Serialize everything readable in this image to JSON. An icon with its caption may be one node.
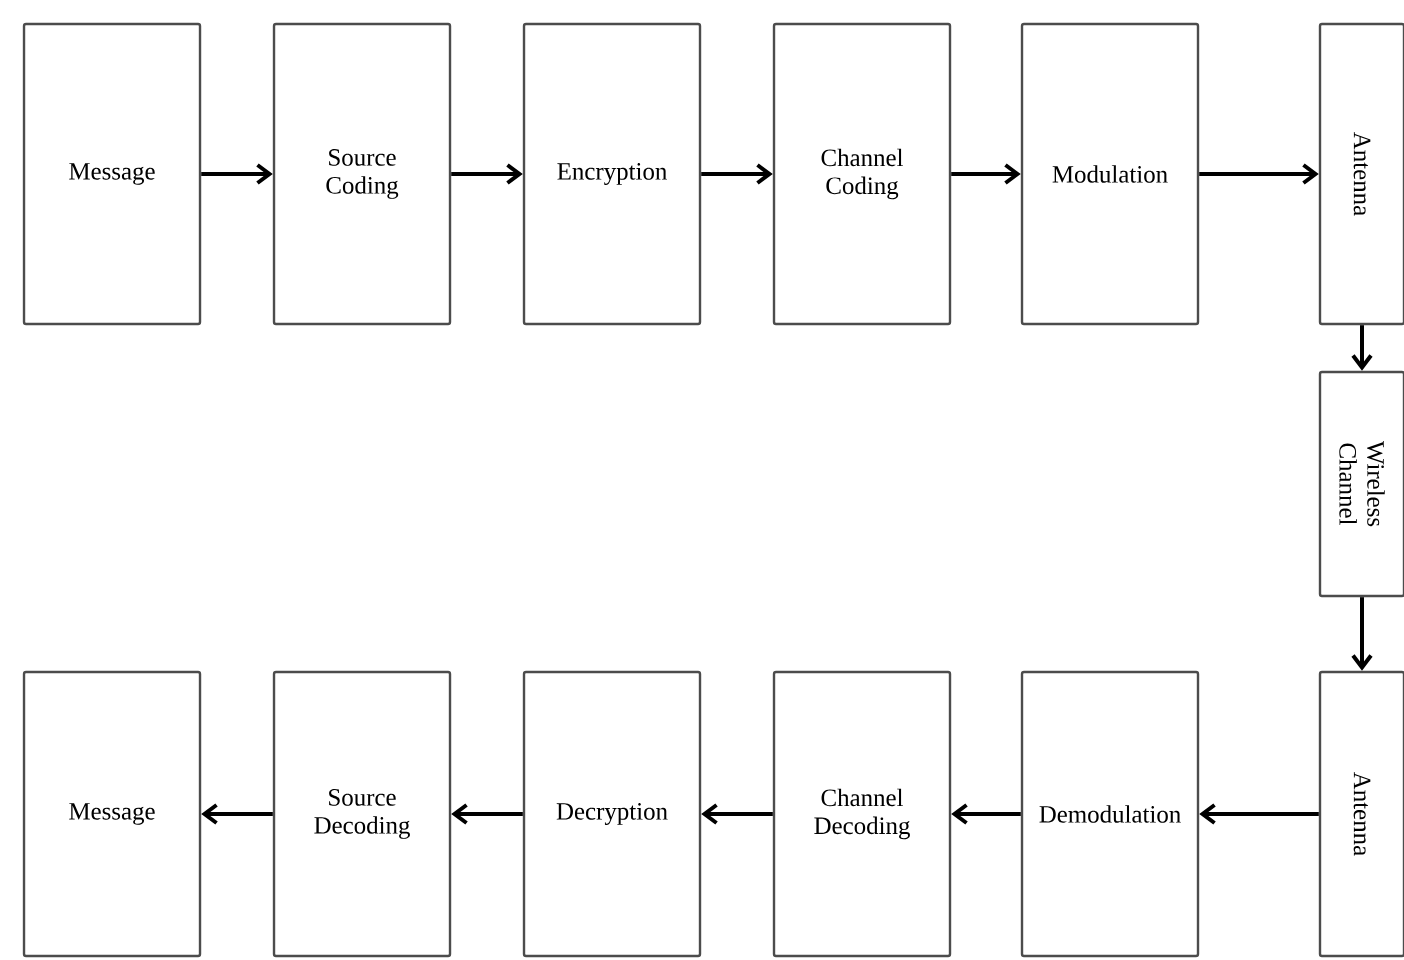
{
  "diagram": {
    "nodes": [
      {
        "text": [
          "Message"
        ]
      },
      {
        "text": [
          "Source Coding"
        ]
      },
      {
        "text": [
          "Encryption"
        ]
      },
      {
        "text": [
          "Channel Coding"
        ]
      },
      {
        "text": [
          "Modulation"
        ]
      },
      {
        "text": [
          "Antenna"
        ]
      },
      {
        "text": [
          "Wireless Channel"
        ]
      },
      {
        "text": [
          "Message"
        ]
      },
      {
        "text": [
          "Source Decoding"
        ]
      },
      {
        "text": [
          "Decryption"
        ]
      },
      {
        "text": [
          "Channel Decoding"
        ]
      },
      {
        "text": [
          "Demodulation"
        ]
      },
      {
        "text": [
          "Antenna"
        ]
      }
    ],
    "edges": [
      {
        "from": 0,
        "to": 1,
        "arrow": "to"
      },
      {
        "from": 1,
        "to": 2,
        "arrow": "to"
      },
      {
        "from": 2,
        "to": 3,
        "arrow": "to"
      },
      {
        "from": 3,
        "to": 4,
        "arrow": "to"
      },
      {
        "from": 4,
        "to": 5,
        "arrow": "to"
      },
      {
        "from": 5,
        "to": 6,
        "arrow": "to"
      },
      {
        "from": 6,
        "to": 12,
        "arrow": "to"
      },
      {
        "from": 12,
        "to": 11,
        "arrow": "to"
      },
      {
        "from": 11,
        "to": 10,
        "arrow": "to"
      },
      {
        "from": 10,
        "to": 9,
        "arrow": "to"
      },
      {
        "from": 9,
        "to": 8,
        "arrow": "to"
      },
      {
        "from": 8,
        "to": 7,
        "arrow": "to"
      }
    ]
  }
}
